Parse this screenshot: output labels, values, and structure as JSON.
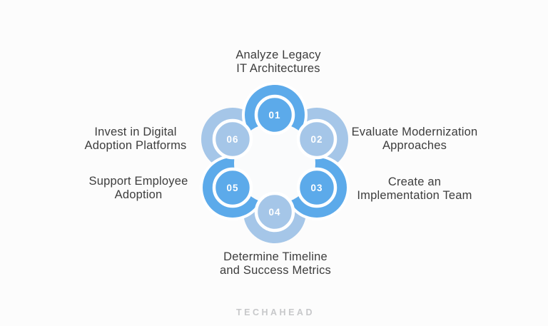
{
  "colors": {
    "background": "#fcfcfc",
    "dark_blue": "#5caaea",
    "light_blue": "#a5c6e8",
    "center_fill": "#fafbfc",
    "ring_white": "#ffffff",
    "label_text": "#3d3d3d",
    "logo_gray": "#c7c8ca"
  },
  "steps": [
    {
      "number": "01",
      "line1": "Analyze Legacy",
      "line2": "IT Architectures",
      "tone": "dark"
    },
    {
      "number": "02",
      "line1": "Evaluate Modernization",
      "line2": "Approaches",
      "tone": "light"
    },
    {
      "number": "03",
      "line1": "Create an",
      "line2": "Implementation Team",
      "tone": "dark"
    },
    {
      "number": "04",
      "line1": "Determine Timeline",
      "line2": "and Success Metrics",
      "tone": "light"
    },
    {
      "number": "05",
      "line1": "Support Employee",
      "line2": "Adoption",
      "tone": "dark"
    },
    {
      "number": "06",
      "line1": "Invest in Digital",
      "line2": "Adoption Platforms",
      "tone": "light"
    }
  ],
  "brand": {
    "logo_text": "TECHAHEAD"
  }
}
